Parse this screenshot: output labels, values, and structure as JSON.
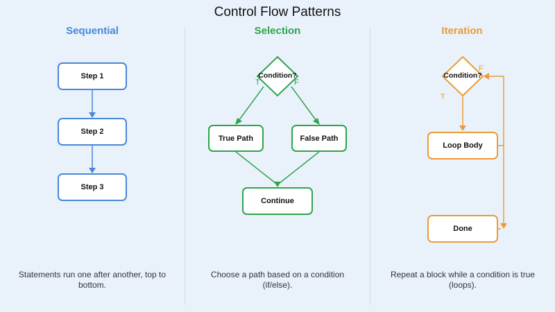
{
  "title": "Control Flow Patterns",
  "colors": {
    "background": "#e9f2fb",
    "sequential": "#4a86d8",
    "selection": "#2fa34c",
    "iteration": "#ec9a35"
  },
  "columns": {
    "sequential": {
      "heading": "Sequential",
      "steps": [
        "Step 1",
        "Step 2",
        "Step 3"
      ],
      "caption": "Statements run one after another, top to bottom."
    },
    "selection": {
      "heading": "Selection",
      "condition": "Condition?",
      "true_label": "T",
      "false_label": "F",
      "true_path": "True Path",
      "false_path": "False Path",
      "continue": "Continue",
      "caption": "Choose a path based on a condition (if/else)."
    },
    "iteration": {
      "heading": "Iteration",
      "condition": "Condition?",
      "true_label": "T",
      "false_label": "F",
      "loop_body": "Loop Body",
      "done": "Done",
      "caption": "Repeat a block while a condition is true (loops)."
    }
  }
}
